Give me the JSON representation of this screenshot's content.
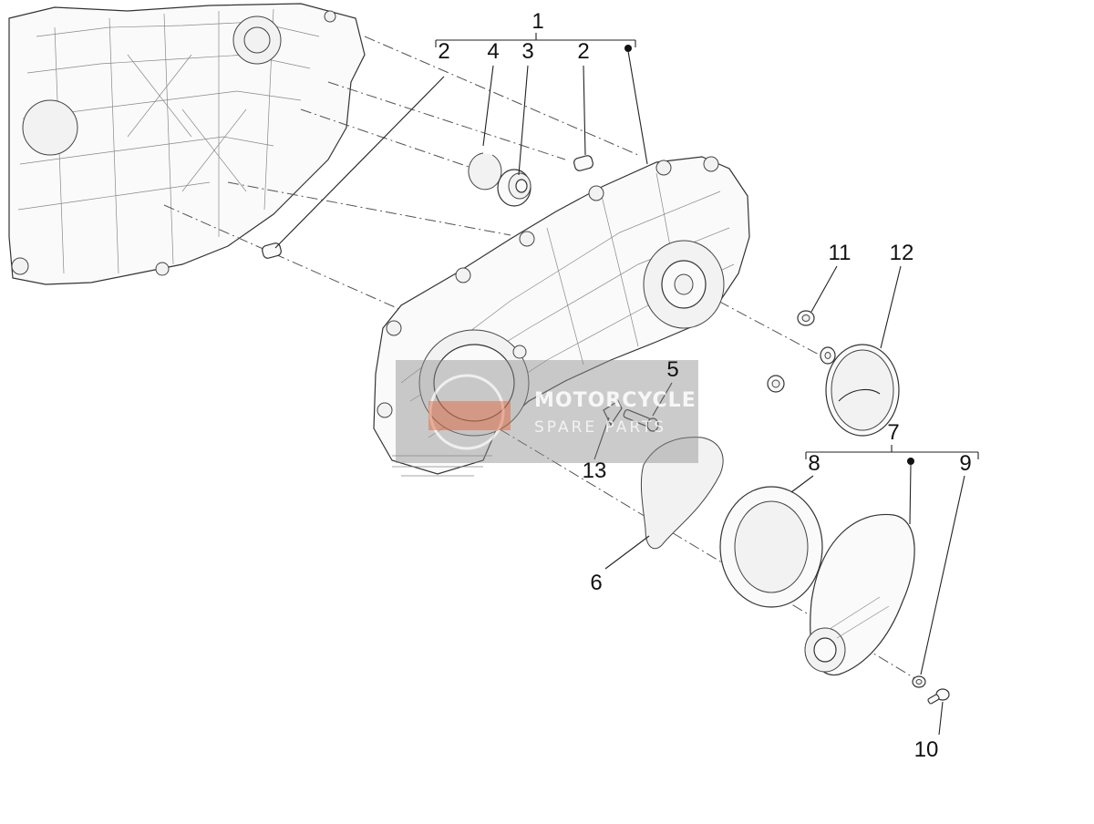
{
  "callouts": {
    "c1": "1",
    "c2a": "2",
    "c4": "4",
    "c3": "3",
    "c2b": "2",
    "c11": "11",
    "c12": "12",
    "c5": "5",
    "c13": "13",
    "c7": "7",
    "c8": "8",
    "c9": "9",
    "c6": "6",
    "c10": "10"
  },
  "watermark": {
    "title": "MOTORCYCLE",
    "subtitle": "SPARE PARTS"
  },
  "colors": {
    "line": "#333333",
    "watermark_box": "#8c8c8c",
    "watermark_accent": "#e06030"
  }
}
